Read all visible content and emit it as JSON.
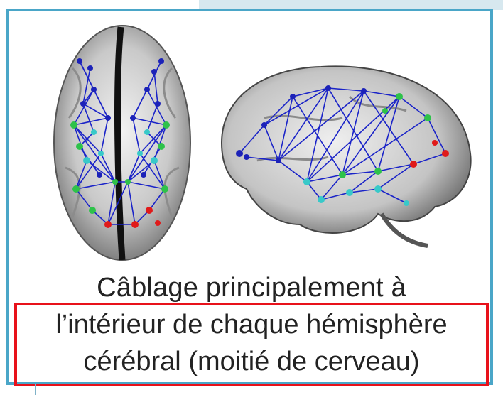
{
  "caption": {
    "line1": "Câblage principalement à",
    "line2": "l’intérieur de chaque hémisphère",
    "line3": "cérébral (moitié de cerveau)"
  },
  "colors": {
    "frame": "#4aa6c8",
    "highlight_box": "#e8111a",
    "edge": "#1a23c8",
    "node_blue": "#1c22b8",
    "node_green": "#2ec24a",
    "node_cyan": "#38c9c9",
    "node_red": "#e01a1a"
  },
  "icons": [
    "brain-top-view-network",
    "brain-side-view-network"
  ]
}
